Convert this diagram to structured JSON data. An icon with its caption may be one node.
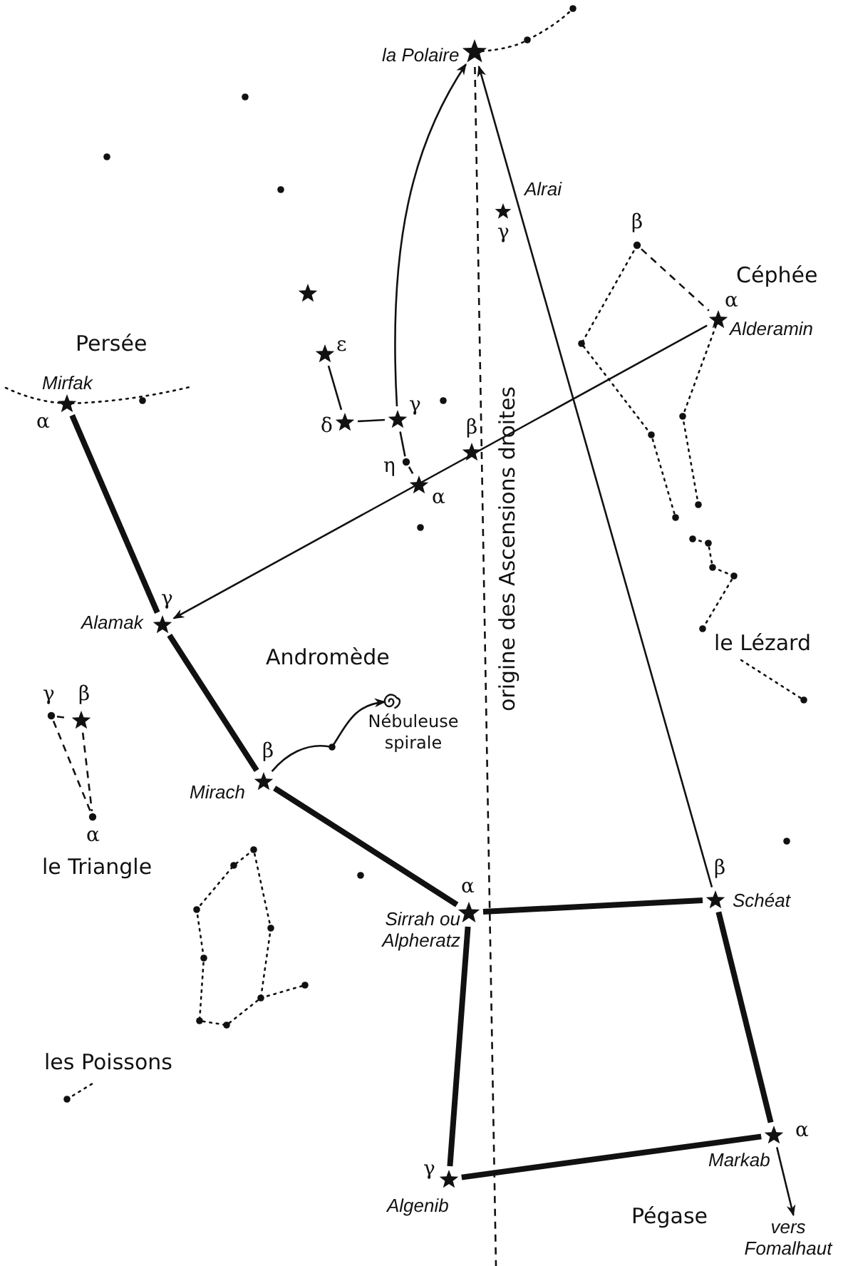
{
  "diagram": {
    "nodes": [
      {
        "text": [
          "la Polaire"
        ]
      },
      {
        "text": [
          "Alrai",
          "γ"
        ]
      },
      {
        "text": [
          "β"
        ]
      },
      {
        "text": [
          "α",
          "Alderamin"
        ]
      },
      {
        "text": [
          "ε"
        ]
      },
      {
        "text": [
          "δ"
        ]
      },
      {
        "text": [
          "γ"
        ]
      },
      {
        "text": [
          "β"
        ]
      },
      {
        "text": [
          "η"
        ]
      },
      {
        "text": [
          "α"
        ]
      },
      {
        "text": [
          "Mirfak",
          "α"
        ]
      },
      {
        "text": [
          "Alamak",
          "γ"
        ]
      },
      {
        "text": [
          "β",
          "Mirach"
        ]
      },
      {
        "text": [
          "Nébuleuse spirale"
        ]
      },
      {
        "text": [
          "γ"
        ]
      },
      {
        "text": [
          "β"
        ]
      },
      {
        "text": [
          "α"
        ]
      },
      {
        "text": [
          "α",
          "Sirrah ou Alpheratz"
        ]
      },
      {
        "text": [
          "β",
          "Schéat"
        ]
      },
      {
        "text": [
          "α",
          "Markab"
        ]
      },
      {
        "text": [
          "γ",
          "Algenib"
        ]
      },
      {
        "text": [
          "vers Fomalhaut"
        ]
      }
    ],
    "edges": [
      {
        "from": 0,
        "to": null,
        "arrow": "none",
        "style": "dashed",
        "label": "origine des Ascensions droites"
      },
      {
        "from": 6,
        "to": 0,
        "arrow": "to"
      },
      {
        "from": 18,
        "to": 0,
        "arrow": "to"
      },
      {
        "from": 3,
        "to": 11,
        "arrow": "to"
      },
      {
        "from": 4,
        "to": 5,
        "arrow": "none"
      },
      {
        "from": 5,
        "to": 6,
        "arrow": "none"
      },
      {
        "from": 6,
        "to": 8,
        "arrow": "none"
      },
      {
        "from": 8,
        "to": 9,
        "arrow": "none"
      },
      {
        "from": 2,
        "to": 3,
        "arrow": "none",
        "style": "dashed"
      },
      {
        "from": 14,
        "to": 15,
        "arrow": "none",
        "style": "dashed"
      },
      {
        "from": 14,
        "to": 16,
        "arrow": "none",
        "style": "dashed"
      },
      {
        "from": 15,
        "to": 16,
        "arrow": "none",
        "style": "dashed"
      },
      {
        "from": 10,
        "to": 11,
        "arrow": "none",
        "style": "thick"
      },
      {
        "from": 11,
        "to": 12,
        "arrow": "none",
        "style": "thick"
      },
      {
        "from": 12,
        "to": 17,
        "arrow": "none",
        "style": "thick"
      },
      {
        "from": 17,
        "to": 18,
        "arrow": "none",
        "style": "thick"
      },
      {
        "from": 18,
        "to": 19,
        "arrow": "none",
        "style": "thick"
      },
      {
        "from": 19,
        "to": 20,
        "arrow": "none",
        "style": "thick"
      },
      {
        "from": 20,
        "to": 17,
        "arrow": "none",
        "style": "thick"
      },
      {
        "from": 12,
        "to": 13,
        "arrow": "to"
      },
      {
        "from": 19,
        "to": 21,
        "arrow": "to"
      }
    ],
    "labels": [
      "Persée",
      "Céphée",
      "Andromède",
      "le Lézard",
      "le Triangle",
      "les Poissons",
      "Pégase"
    ]
  }
}
